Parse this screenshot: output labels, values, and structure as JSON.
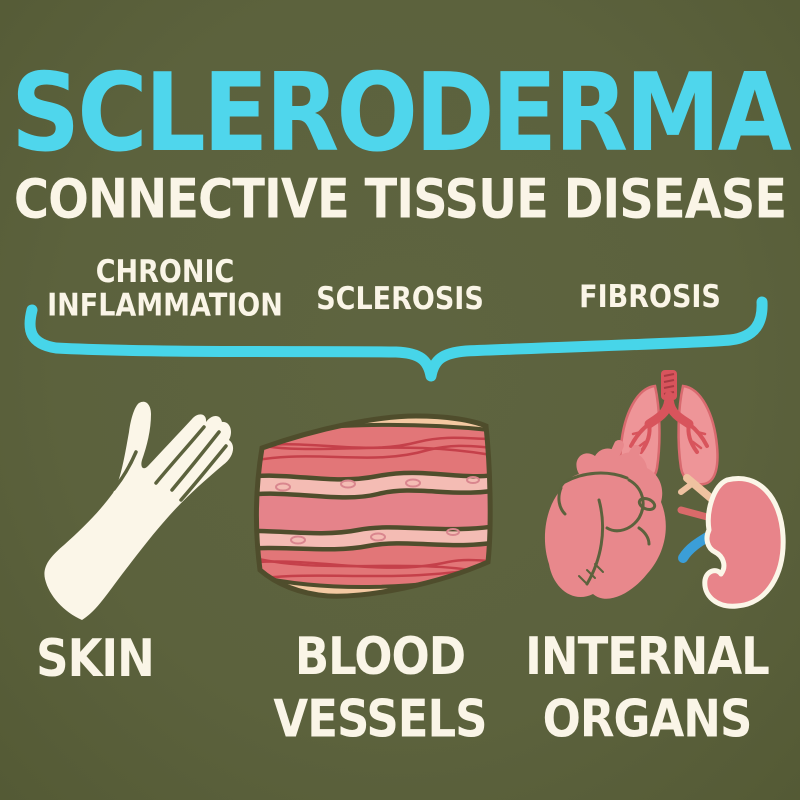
{
  "poster": {
    "title": "SCLERODERMA",
    "subtitle": "CONNECTIVE TISSUE DISEASE"
  },
  "mechanisms": [
    {
      "lines": [
        "CHRONIC",
        "INFLAMMATION"
      ]
    },
    {
      "lines": [
        "SCLEROSIS"
      ]
    },
    {
      "lines": [
        "FIBROSIS"
      ]
    }
  ],
  "targets": [
    {
      "icon": "hand-skin-icon",
      "label_lines": [
        "SKIN"
      ]
    },
    {
      "icon": "blood-vessel-icon",
      "label_lines": [
        "BLOOD",
        "VESSELS"
      ]
    },
    {
      "icon": "internal-organs-icon",
      "label_lines": [
        "INTERNAL",
        "ORGANS"
      ]
    }
  ],
  "palette": {
    "background_olive": "#5c623d",
    "accent_cyan": "#47d5e9",
    "text_cream": "#faf5e7",
    "vessel_outer_peach": "#f4c9a2",
    "vessel_wall_pink": "#e27678",
    "vessel_red_lines": "#c5404a",
    "vessel_lumen": "#e5838a",
    "endothelium_pink": "#f4bcb4",
    "outline_dark_olive": "#4f4d2c",
    "lung_pink": "#ee9598",
    "bronchi_red": "#d8545c",
    "heart_pink": "#e8888c",
    "kidney_pink": "#e8848a",
    "kidney_outline_cream": "#fbf6e8",
    "renal_vein_blue": "#3b9ed8",
    "ureter_beige": "#efc2a0"
  }
}
